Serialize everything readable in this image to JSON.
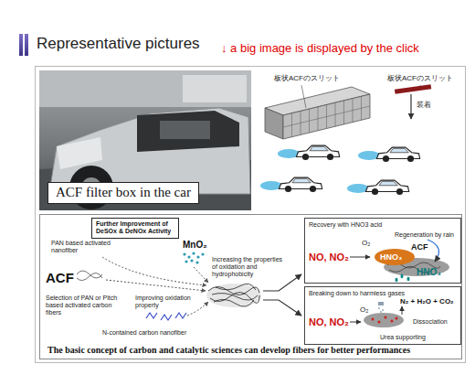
{
  "diagram": {
    "title": "Representative pictures",
    "caption": "The basic concept of carbon and catalytic sciences can develop fibers for better performances",
    "nodes": [
      {
        "text": [
          "ACF filter box in the car"
        ]
      },
      {
        "text": [
          "Further Improvement of DeSOx & DeNOx Activity"
        ]
      },
      {
        "text": [
          "Recovery with HNO3 acid",
          "Regeneration by rain",
          "O₂",
          "ACF",
          "NO, NO₂",
          "HNO₃",
          "HNO₃"
        ]
      },
      {
        "text": [
          "Breaking down to harmless gases",
          "N₂ + H₂O + CO₂",
          "O₂",
          "NO, NO₂",
          "Dissociation",
          "Urea supporting"
        ]
      }
    ],
    "labels": [
      "↓ a big image is displayed by the click",
      "板状ACFのスリット",
      "板状ACFのスリット",
      "装着",
      "PAN based activated nanofiber",
      "MnO₂",
      "Increasing the properties of oxidation and hydrophobicity",
      "ACF",
      "Selection of PAN or Pitch based activated carbon fibers",
      "Improving oxidation property",
      "N-contained carbon nanofiber"
    ]
  }
}
